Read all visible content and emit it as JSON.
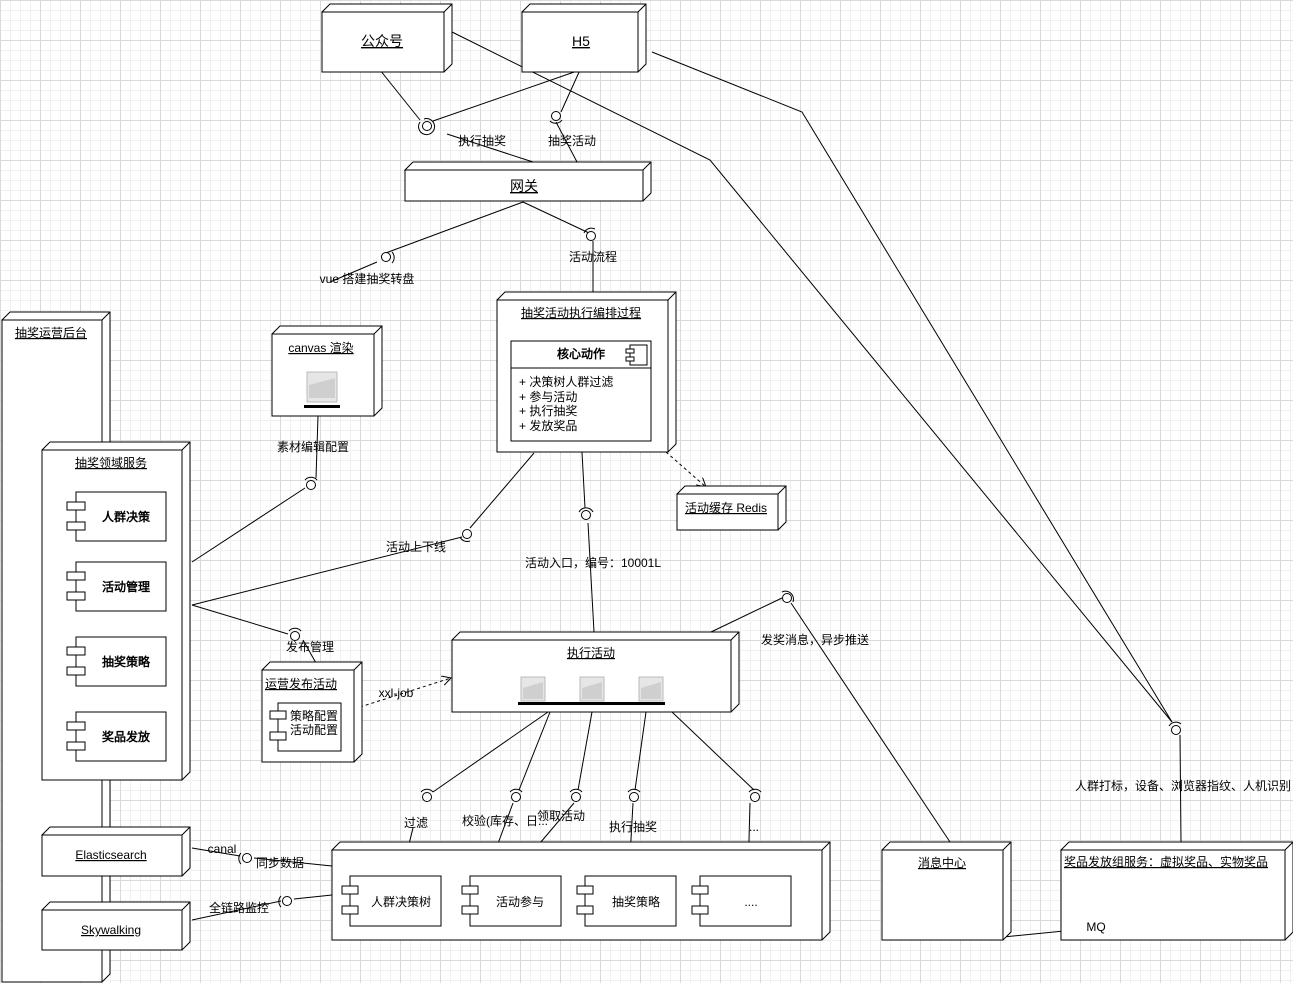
{
  "nodes": {
    "gongzhonghao": "公众号",
    "h5": "H5",
    "gateway": "网关",
    "canvas": "canvas 渲染",
    "orchestration": "抽奖活动执行编排过程",
    "core_action": "核心动作",
    "core_items": [
      "+ 决策树人群过滤",
      "+ 参与活动",
      "+ 执行抽奖",
      "+ 发放奖品"
    ],
    "redis": "活动缓存 Redis",
    "admin": "抽奖运营后台",
    "domain_service": "抽奖领域服务",
    "domain_components": [
      "人群决策",
      "活动管理",
      "抽奖策略",
      "奖品发放"
    ],
    "publish": "运营发布活动",
    "publish_items": [
      "策略配置",
      "活动配置"
    ],
    "execute": "执行活动",
    "elasticsearch": "Elasticsearch",
    "skywalking": "Skywalking",
    "bottom_components": [
      "人群决策树",
      "活动参与",
      "抽奖策略",
      "...."
    ],
    "message_center": "消息中心",
    "prize_service": "奖品发放组服务：虚拟奖品、实物奖品"
  },
  "labels": {
    "execute_lottery": "执行抽奖",
    "lottery_activity": "抽奖活动",
    "vue_wheel": "vue 搭建抽奖转盘",
    "activity_flow": "活动流程",
    "material_config": "素材编辑配置",
    "activity_online": "活动上下线",
    "activity_entry": "活动入口，编号：10001L",
    "publish_manage": "发布管理",
    "xxl_job": "xxl-job",
    "prize_message": "发奖消息，异步推送",
    "crowd_tags": "人群打标，设备、浏览器指纹、人机识别",
    "filter": "过滤",
    "verify": "校验(库存、日...",
    "claim": "领取活动",
    "exec_lottery2": "执行抽奖",
    "dots": "...",
    "canal": "canal",
    "sync_data": "同步数据",
    "trace_monitor": "全链路监控",
    "mq": "MQ"
  }
}
